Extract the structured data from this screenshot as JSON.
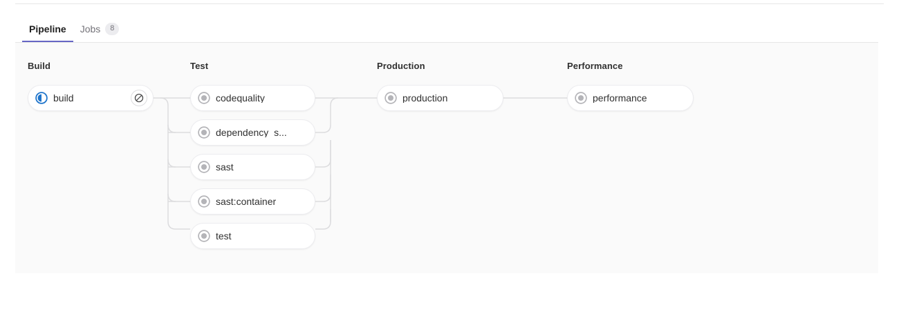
{
  "tabs": [
    {
      "label": "Pipeline",
      "active": true,
      "badge": null,
      "name": "tab-pipeline"
    },
    {
      "label": "Jobs",
      "active": false,
      "badge": "8",
      "name": "tab-jobs"
    }
  ],
  "colors": {
    "accent": "#6666c4",
    "running": "#1f75cb",
    "created": "#868686",
    "panel_bg": "#fafafa",
    "border": "#ececef",
    "connector": "#dcdcde",
    "text": "#303030",
    "muted": "#737278"
  },
  "pipeline": {
    "stages": [
      {
        "title": "Build",
        "jobs": [
          {
            "name": "build",
            "status": "running",
            "status_icon": "status-running-icon",
            "action": "cancel",
            "action_icon": "cancel-icon"
          }
        ]
      },
      {
        "title": "Test",
        "jobs": [
          {
            "name": "codequality",
            "status": "created",
            "status_icon": "status-created-icon",
            "action": null,
            "action_icon": null
          },
          {
            "name": "dependency_s...",
            "status": "created",
            "status_icon": "status-created-icon",
            "action": null,
            "action_icon": null
          },
          {
            "name": "sast",
            "status": "created",
            "status_icon": "status-created-icon",
            "action": null,
            "action_icon": null
          },
          {
            "name": "sast:container",
            "status": "created",
            "status_icon": "status-created-icon",
            "action": null,
            "action_icon": null
          },
          {
            "name": "test",
            "status": "created",
            "status_icon": "status-created-icon",
            "action": null,
            "action_icon": null
          }
        ]
      },
      {
        "title": "Production",
        "jobs": [
          {
            "name": "production",
            "status": "created",
            "status_icon": "status-created-icon",
            "action": null,
            "action_icon": null
          }
        ]
      },
      {
        "title": "Performance",
        "jobs": [
          {
            "name": "performance",
            "status": "created",
            "status_icon": "status-created-icon",
            "action": null,
            "action_icon": null
          }
        ]
      }
    ]
  }
}
